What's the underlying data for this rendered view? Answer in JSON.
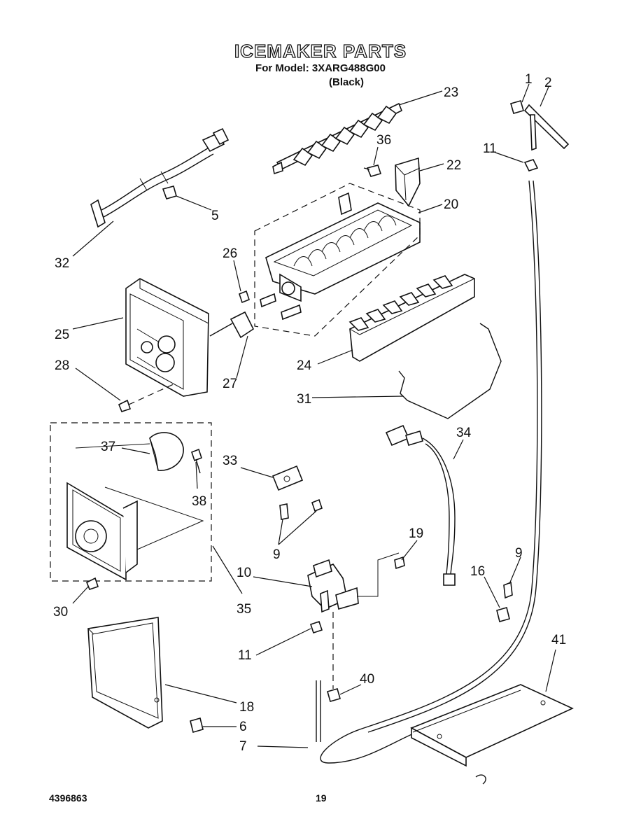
{
  "header": {
    "title": "ICEMAKER PARTS",
    "subtitle": "For Model: 3XARG488G00",
    "variant": "(Black)"
  },
  "footer": {
    "doc_number": "4396863",
    "page_number": "19"
  },
  "callouts": {
    "c1": "1",
    "c2": "2",
    "c23": "23",
    "c36": "36",
    "c22": "22",
    "c11a": "11",
    "c5": "5",
    "c20": "20",
    "c32": "32",
    "c26": "26",
    "c25": "25",
    "c28": "28",
    "c27": "27",
    "c24": "24",
    "c31": "31",
    "c34": "34",
    "c37": "37",
    "c33": "33",
    "c38": "38",
    "c9a": "9",
    "c19": "19",
    "c9b": "9",
    "c10": "10",
    "c16": "16",
    "c30": "30",
    "c35": "35",
    "c41": "41",
    "c11b": "11",
    "c40": "40",
    "c18": "18",
    "c6": "6",
    "c7": "7"
  }
}
